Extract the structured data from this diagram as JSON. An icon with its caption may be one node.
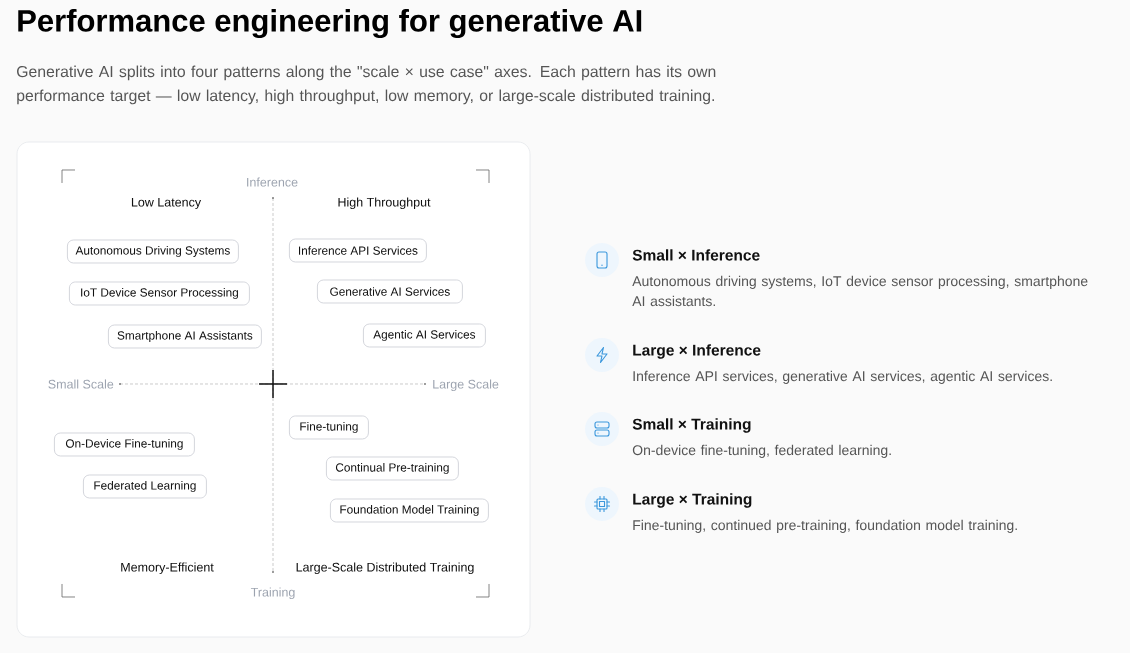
{
  "diagram": {
    "title": "Performance engineering for generative AI",
    "nodes": [
      {
        "text": [
          "Autonomous Driving Systems"
        ]
      },
      {
        "text": [
          "IoT Device Sensor Processing"
        ]
      },
      {
        "text": [
          "Smartphone AI Assistants"
        ]
      },
      {
        "text": [
          "Inference API Services"
        ]
      },
      {
        "text": [
          "Generative AI Services"
        ]
      },
      {
        "text": [
          "Agentic AI Services"
        ]
      },
      {
        "text": [
          "On-Device Fine-tuning"
        ]
      },
      {
        "text": [
          "Federated Learning"
        ]
      },
      {
        "text": [
          "Fine-tuning"
        ]
      },
      {
        "text": [
          "Continual Pre-training"
        ]
      },
      {
        "text": [
          "Foundation Model Training"
        ]
      }
    ],
    "labels": [
      "Generative AI splits into four patterns along the \"scale × use case\" axes. Each pattern has its own performance target — low latency, high throughput, low memory, or large-scale distributed training.",
      "Inference",
      "Low Latency",
      "High Throughput",
      "Small Scale",
      "Large Scale",
      "Memory-Efficient",
      "Large-Scale Distributed Training",
      "Training",
      "Small × Inference",
      "Autonomous driving systems, IoT device sensor processing, smartphone AI assistants.",
      "Large × Inference",
      "Inference API services, generative AI services, agentic AI services.",
      "Small × Training",
      "On-device fine-tuning, federated learning.",
      "Large × Training",
      "Fine-tuning, continued pre-training, foundation model training."
    ]
  }
}
